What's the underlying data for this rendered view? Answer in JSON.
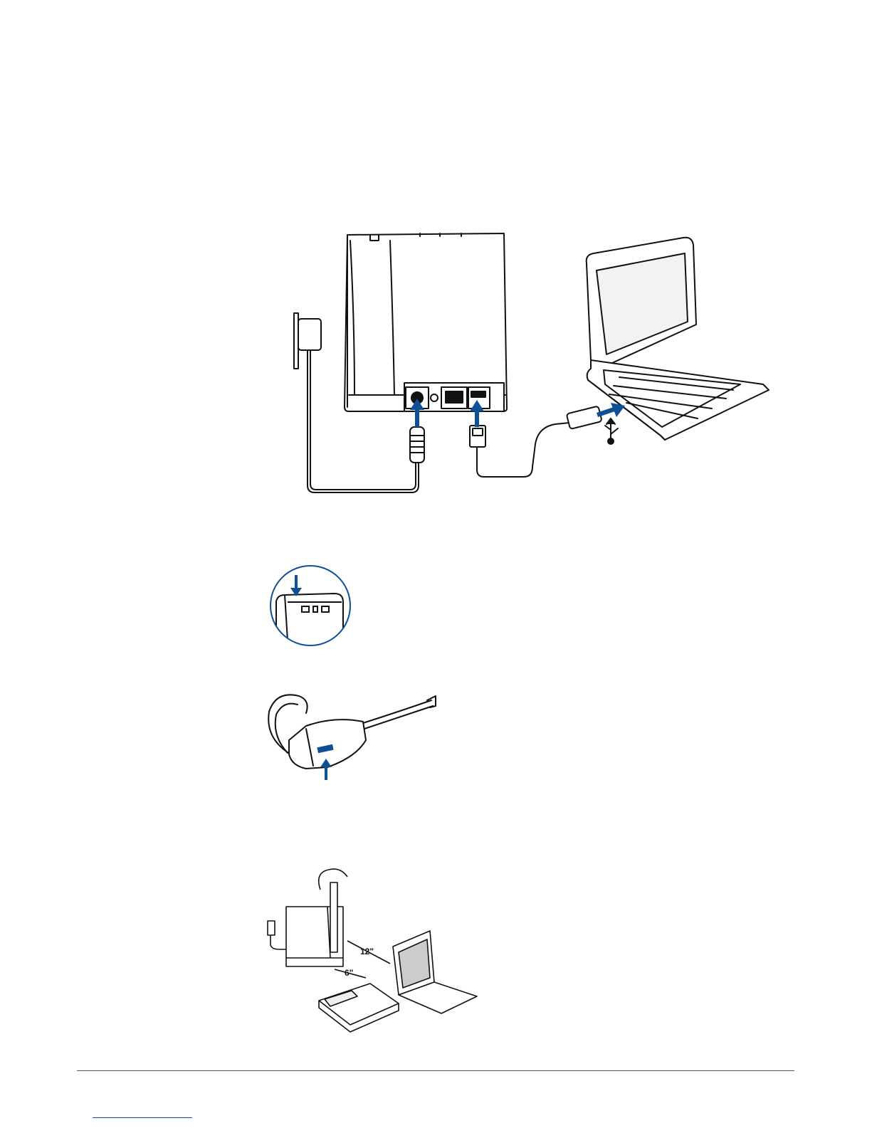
{
  "colors": {
    "accent_blue": "#0e4f95",
    "line": "#111111",
    "gray": "#dcdcdc"
  },
  "figures": [
    {
      "id": "base-connections",
      "icons": [
        "power-adapter",
        "base-station",
        "usb-cable",
        "laptop",
        "usb-symbol"
      ]
    },
    {
      "id": "base-button-press",
      "icons": [
        "base-top-callout",
        "press-arrow"
      ]
    },
    {
      "id": "headset-button-press",
      "icons": [
        "headset",
        "press-arrow"
      ]
    },
    {
      "id": "placement",
      "icons": [
        "base-station-with-headset",
        "desk-phone",
        "laptop"
      ]
    }
  ],
  "placement": {
    "distance_laptop": "12\"",
    "distance_phone": "6\""
  }
}
